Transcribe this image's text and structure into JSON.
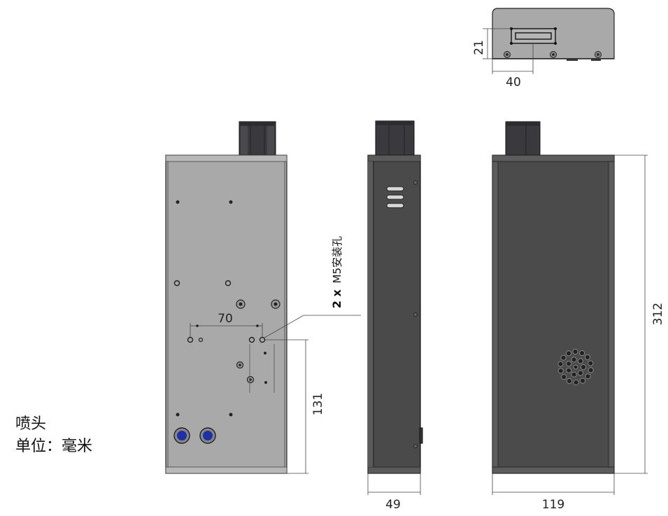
{
  "dimensions": {
    "top_height": "21",
    "top_width": "40",
    "hole_spacing": "70",
    "hole_offset": "131",
    "side_depth": "49",
    "rear_width": "119",
    "overall_height": "312"
  },
  "callout": {
    "count": "2 x",
    "label": "M5安装孔"
  },
  "caption": {
    "part_name": "喷头",
    "unit_label": "单位：毫米"
  },
  "colors": {
    "panel_grey": "#a9a9a9",
    "side_dark": "#4a4a4a",
    "rear_dark": "#4b4b4b",
    "cap_dark": "#3a3a3e",
    "knob_blue": "#1f2fa8"
  }
}
